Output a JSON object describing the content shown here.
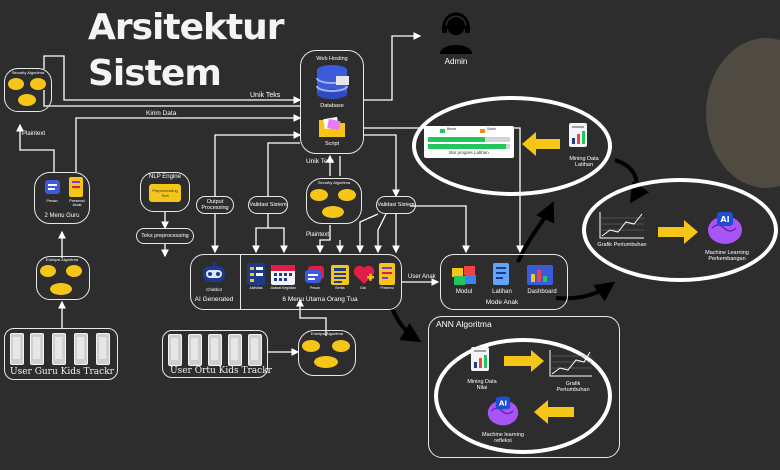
{
  "title": {
    "line1": "Arsitektur",
    "line2": "Sistem"
  },
  "admin": {
    "label": "Admin",
    "icon": "admin-headset-icon"
  },
  "hosting": {
    "title": "Web Hosting",
    "database": "Database",
    "script": "Script"
  },
  "arrows": {
    "unik_teks_top": "Unik Teks",
    "kirim_data": "Kirim Data",
    "unik_teks_mid": "Unik Teks",
    "plaintext_left": "Plaintext",
    "plaintext_mid": "Plaintext",
    "user_anak": "User Anak"
  },
  "guru": {
    "algo_top_label": "Security Algoritma",
    "menu_label": "2 Menu Guru",
    "menu_items": [
      "Pesan",
      "Presensi Anak"
    ],
    "algo_bottom_label": "Enkripsi Algoritma",
    "user_label": "User Guru Kids Trackr"
  },
  "nlp": {
    "engine": "NLP Engine",
    "inner": "Preprocessing Text",
    "teks_pre": "Teks preprocessing"
  },
  "pills": {
    "output": "Output Processing",
    "validasi1": "Validasi Sistem",
    "validasi2": "Validasi Sistem"
  },
  "mid_algo_label": "Security Algoritma",
  "orangtua": {
    "chatbot": "Chatbot",
    "ai_generated": "AI Generated",
    "menu_label": "6 Menu Utama Orang Tua",
    "items": [
      "Aktivitas",
      "Jadwal Kegiatan",
      "Pesan",
      "Berita",
      "Gizi",
      "Presensi"
    ],
    "algo_label": "Enkripsi Algoritma",
    "user_label": "User Ortu Kids Trackr"
  },
  "anak": {
    "items": [
      "Modul",
      "Latihan",
      "Dashboard"
    ],
    "label": "Mode Anak"
  },
  "progress": {
    "legend1": "Benar",
    "legend2": "Salah",
    "bar_label": "Bar progres Latihan",
    "bar_fill": 0.7,
    "bar2_fill": 0.95
  },
  "mining_latihan": "Mining Data Latihan",
  "grafik_right": "Grafik Pertumbuhan",
  "ml_right": "Machine Learning Perkembangan",
  "ann": {
    "title": "ANN Algoritma",
    "mining": "Mining Data Nilai",
    "grafik": "Grafik Pertumbuhan",
    "ml": "Machine learning refleksi"
  },
  "colors": {
    "background": "#2d2d2d",
    "accent": "#f5c518",
    "green": "#22c55e",
    "orange": "#f08a24",
    "purple": "#7c3aed",
    "blue": "#2563eb"
  }
}
